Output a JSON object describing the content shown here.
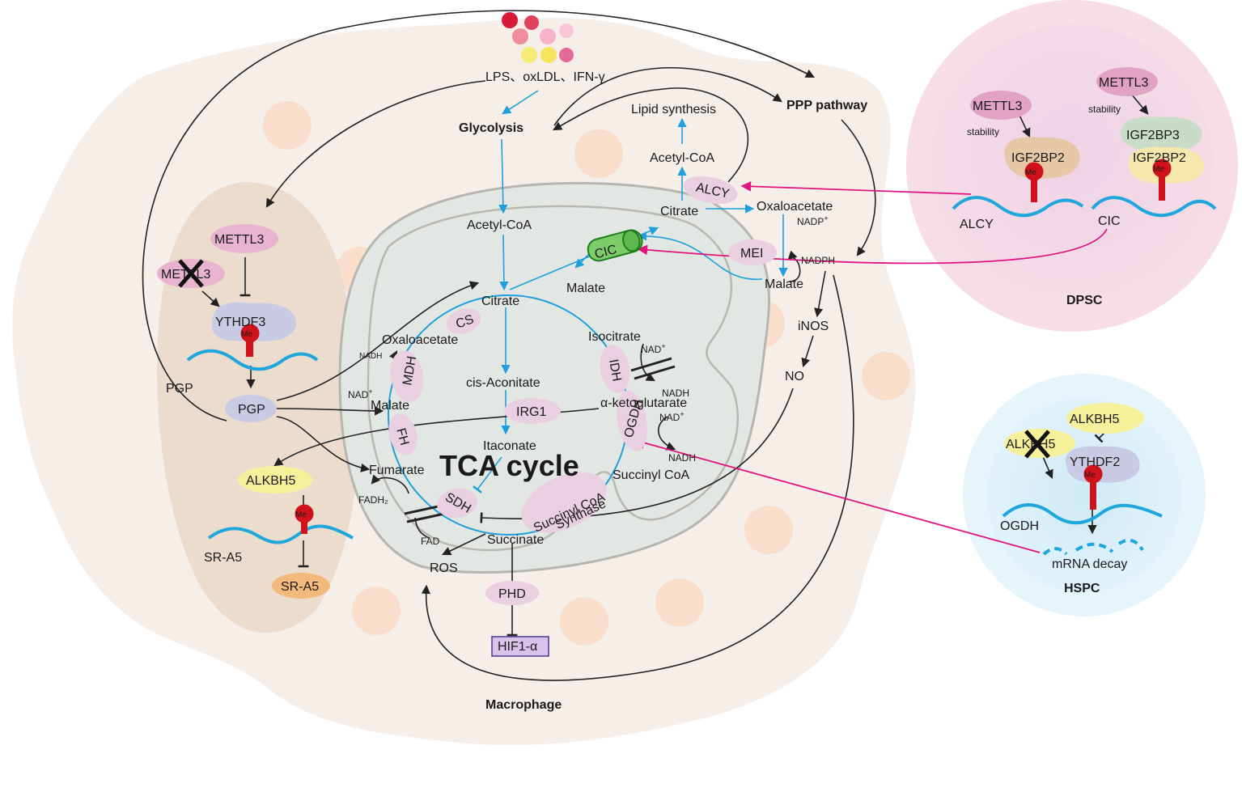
{
  "stimuli": {
    "label": "LPS、oxLDL、IFN-γ"
  },
  "pathways": {
    "glycolysis": "Glycolysis",
    "ppp": "PPP pathway",
    "lipid_synthesis": "Lipid synthesis",
    "tca_cycle": "TCA cycle"
  },
  "cells": {
    "macrophage": "Macrophage",
    "dpsc": "DPSC",
    "hspc": "HSPC"
  },
  "cytosol": {
    "acetyl_coa_top": "Acetyl-CoA",
    "citrate": "Citrate",
    "alcy": "ALCY",
    "oxaloacetate": "Oxaloacetate",
    "nadp_plus": "NADP",
    "nadph": "NADPH",
    "mei": "MEI",
    "malate": "Malate",
    "inos": "iNOS",
    "no": "NO",
    "cic": "CIC",
    "cic_malate": "Malate"
  },
  "tca": {
    "acetyl_coa": "Acetyl-CoA",
    "citrate": "Citrate",
    "cs": "CS",
    "oxaloacetate": "Oxaloacetate",
    "nadh_mdh": "NADH",
    "nad_mdh": "NAD",
    "mdh": "MDH",
    "malate": "Malate",
    "cis_aconitate": "cis-Aconitate",
    "irg1": "IRG1",
    "itaconate": "Itaconate",
    "fh": "FH",
    "fumarate": "Fumarate",
    "isocitrate": "Isocitrate",
    "nad_idh": "NAD",
    "idh": "IDH",
    "nadh_idh": "NADH",
    "alpha_kg": "α-ketoglutarate",
    "nad_ogdh": "NAD",
    "ogdh": "OGDH",
    "nadh_ogdh": "NADH",
    "succinyl_coa": "Succinyl CoA",
    "succinyl_coa_synthase_1": "Succinyl CoA",
    "succinyl_coa_synthase_2": "Synthase",
    "sdh": "SDH",
    "fadh2": "FADH₂",
    "fad": "FAD",
    "succinate": "Succinate",
    "ros": "ROS",
    "phd": "PHD",
    "hif1a": "HIF1-α"
  },
  "plus": "+",
  "left_panel": {
    "mettl3": "METTL3",
    "mettl3_ko": "METTL3",
    "ythdf3": "YTHDF3",
    "me": "Me",
    "pgp_mrna": "PGP",
    "pgp": "PGP",
    "alkbh5": "ALKBH5",
    "me2": "Me",
    "sr_a5_mrna": "SR-A5",
    "sr_a5": "SR-A5"
  },
  "dpsc_panel": {
    "mettl3_a": "METTL3",
    "stability_a": "stability",
    "igf2bp2_a": "IGF2BP2",
    "me_a": "Me",
    "alcy_mrna": "ALCY",
    "mettl3_b": "METTL3",
    "stability_b": "stability",
    "igf2bp3": "IGF2BP3",
    "igf2bp2_b": "IGF2BP2",
    "me_b": "Me",
    "cic_mrna": "CIC"
  },
  "hspc_panel": {
    "alkbh5_ko": "ALKBH5",
    "alkbh5": "ALKBH5",
    "ythdf2": "YTHDF2",
    "me": "Me",
    "ogdh_mrna": "OGDH",
    "decay": "mRNA decay"
  },
  "colors": {
    "blue_arrow": "#1f9fdc",
    "black_arrow": "#222222",
    "magenta_arrow": "#e0137f",
    "tca_title": "#a3181d",
    "methyl_red": "#d0121b",
    "rna_blue": "#1fa7dd",
    "cell_fill": "#f6eee8",
    "mito_fill": "#e3e7e3",
    "left_panel_fill": "#ecdcce",
    "dpsc_fill": "#f3d9e5",
    "hspc_fill": "#d7eef8"
  }
}
